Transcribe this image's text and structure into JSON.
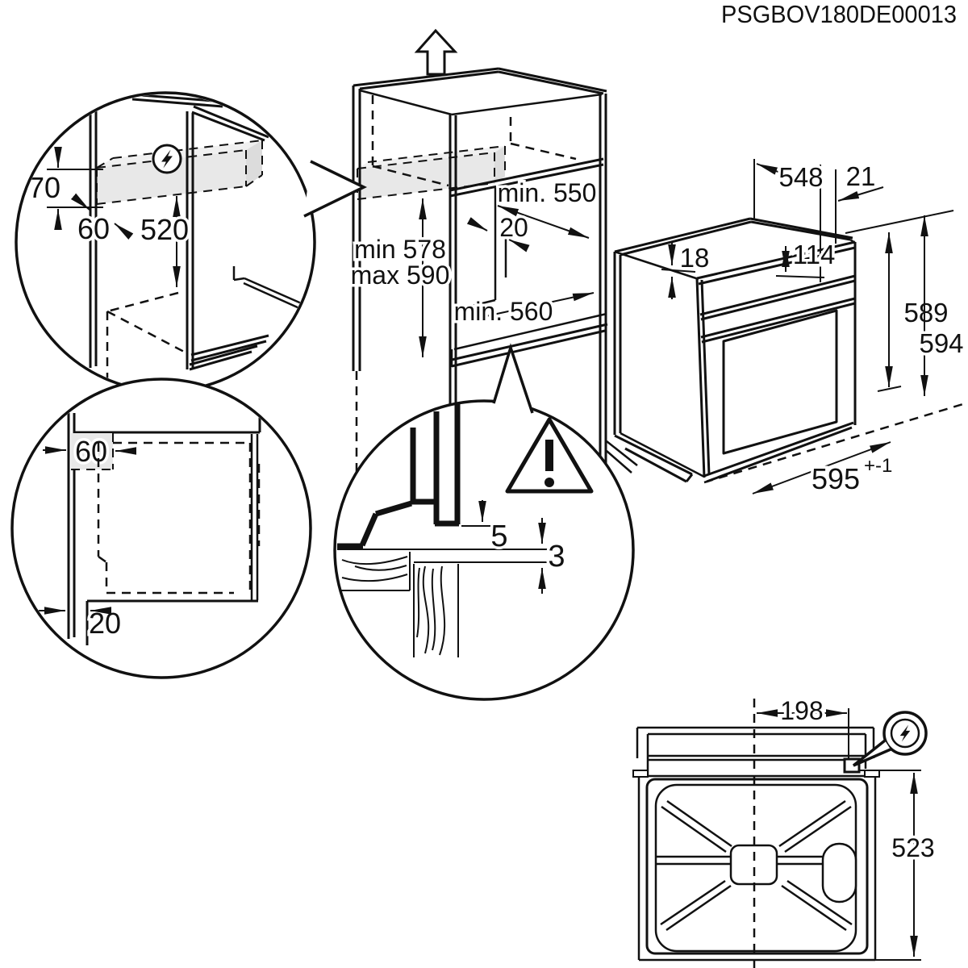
{
  "title": "PSGBOV180DE00013",
  "colors": {
    "line": "#111111",
    "shade_zone": "#e8e8e8",
    "background": "#ffffff"
  },
  "icons": {
    "electrical": "lightning-bolt-circle-icon",
    "warning": "warning-triangle-icon",
    "direction": "up-arrow-icon"
  },
  "detail_top_left": {
    "height_70": "70",
    "depth_60": "60",
    "height_520": "520"
  },
  "cabinet": {
    "depth_min": "min. 550",
    "gap_20": "20",
    "height_min": "min 578",
    "height_max": "max 590",
    "width_min": "min. 560"
  },
  "oven": {
    "depth_548": "548",
    "front_21": "21",
    "top_18": "18",
    "panel_114": "114",
    "height_589": "589",
    "height_594": "594",
    "width_595": "595",
    "tolerance": "+-1"
  },
  "detail_bottom_left": {
    "offset_60": "60",
    "offset_20": "20"
  },
  "detail_gap": {
    "gap_5": "5",
    "gap_3": "3"
  },
  "top_view": {
    "offset_198": "198",
    "depth_523": "523"
  }
}
